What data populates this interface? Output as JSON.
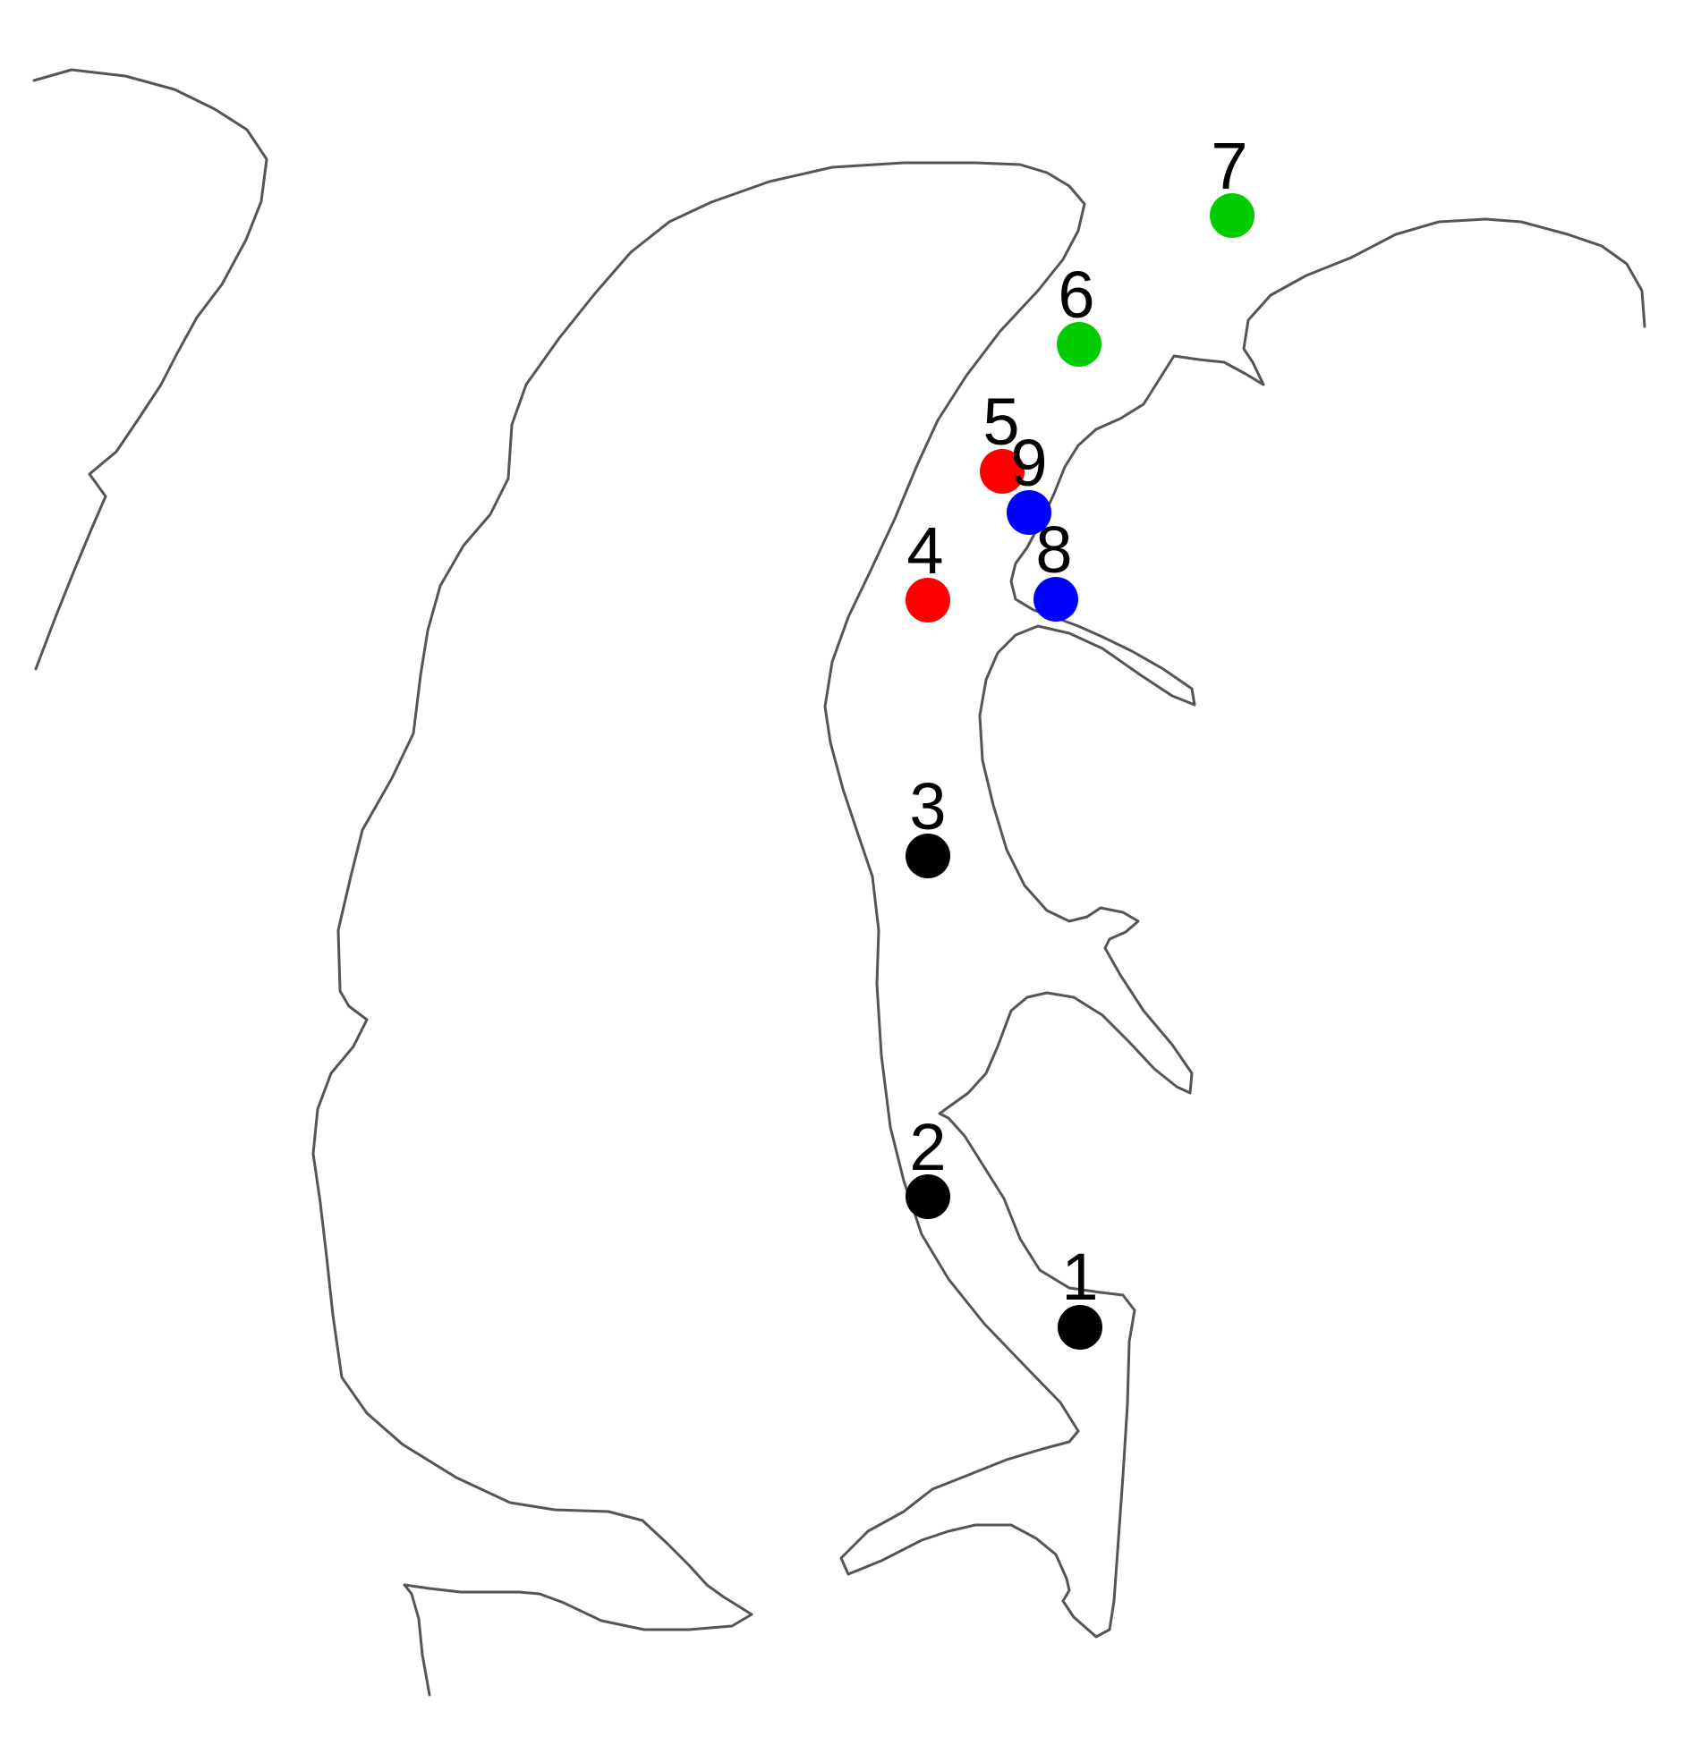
{
  "map": {
    "sites": [
      {
        "label": "1",
        "color": "#000000"
      },
      {
        "label": "2",
        "color": "#000000"
      },
      {
        "label": "3",
        "color": "#000000"
      },
      {
        "label": "4",
        "color": "#ff0000"
      },
      {
        "label": "5",
        "color": "#ff0000"
      },
      {
        "label": "6",
        "color": "#00cc00"
      },
      {
        "label": "7",
        "color": "#00cc00"
      },
      {
        "label": "8",
        "color": "#0000ff"
      },
      {
        "label": "9",
        "color": "#0000ff"
      }
    ]
  }
}
